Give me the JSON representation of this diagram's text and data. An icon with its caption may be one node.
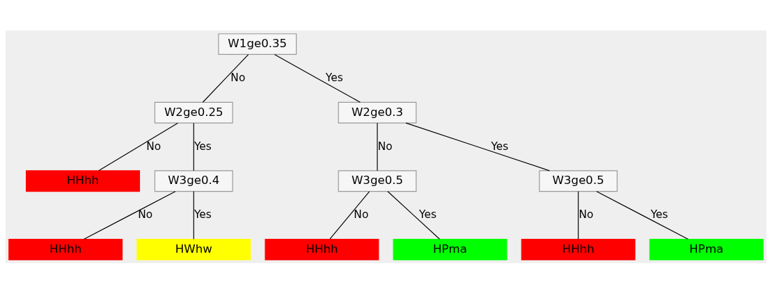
{
  "diagram": {
    "nodes": [
      {
        "text": [
          "W1ge0.35"
        ]
      },
      {
        "text": [
          "W2ge0.25"
        ]
      },
      {
        "text": [
          "W2ge0.3"
        ]
      },
      {
        "text": [
          "HHhh"
        ]
      },
      {
        "text": [
          "W3ge0.4"
        ]
      },
      {
        "text": [
          "W3ge0.5"
        ]
      },
      {
        "text": [
          "W3ge0.5"
        ]
      },
      {
        "text": [
          "HHhh"
        ]
      },
      {
        "text": [
          "HWhw"
        ]
      },
      {
        "text": [
          "HHhh"
        ]
      },
      {
        "text": [
          "HPma"
        ]
      },
      {
        "text": [
          "HHhh"
        ]
      },
      {
        "text": [
          "HPma"
        ]
      }
    ],
    "edges": [
      {
        "from": 0,
        "to": 1,
        "arrow": "none",
        "label": "No"
      },
      {
        "from": 0,
        "to": 2,
        "arrow": "none",
        "label": "Yes"
      },
      {
        "from": 1,
        "to": 3,
        "arrow": "none",
        "label": "No"
      },
      {
        "from": 1,
        "to": 4,
        "arrow": "none",
        "label": "Yes"
      },
      {
        "from": 2,
        "to": 5,
        "arrow": "none",
        "label": "No"
      },
      {
        "from": 2,
        "to": 6,
        "arrow": "none",
        "label": "Yes"
      },
      {
        "from": 4,
        "to": 7,
        "arrow": "none",
        "label": "No"
      },
      {
        "from": 4,
        "to": 8,
        "arrow": "none",
        "label": "Yes"
      },
      {
        "from": 5,
        "to": 9,
        "arrow": "none",
        "label": "No"
      },
      {
        "from": 5,
        "to": 10,
        "arrow": "none",
        "label": "Yes"
      },
      {
        "from": 6,
        "to": 11,
        "arrow": "none",
        "label": "No"
      },
      {
        "from": 6,
        "to": 12,
        "arrow": "none",
        "label": "Yes"
      }
    ]
  }
}
